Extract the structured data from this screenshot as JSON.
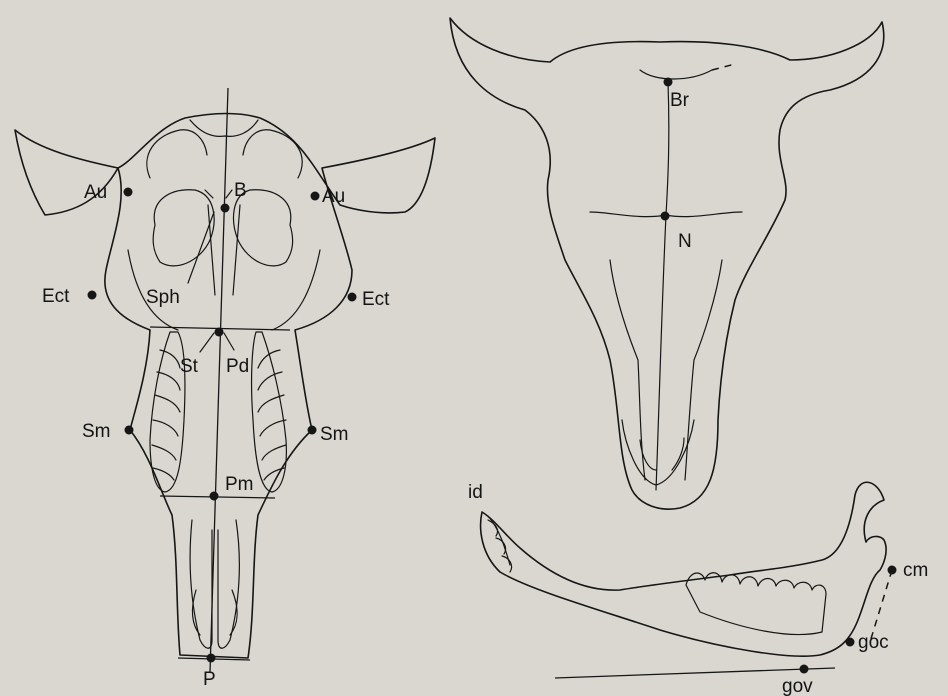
{
  "figure": {
    "dorsal_skull_labels": {
      "au_left": "Au",
      "au_right": "Au",
      "b": "B",
      "sph": "Sph",
      "ect_left": "Ect",
      "ect_right": "Ect",
      "st": "St",
      "pd": "Pd",
      "sm_left": "Sm",
      "sm_right": "Sm",
      "pm": "Pm",
      "p": "P"
    },
    "frontal_skull_labels": {
      "br": "Br",
      "n": "N"
    },
    "mandible_labels": {
      "id": "id",
      "cm": "cm",
      "goc": "goc",
      "gov": "gov"
    }
  },
  "colors": {
    "paper": "#d9d7cf",
    "ink": "#161616"
  }
}
